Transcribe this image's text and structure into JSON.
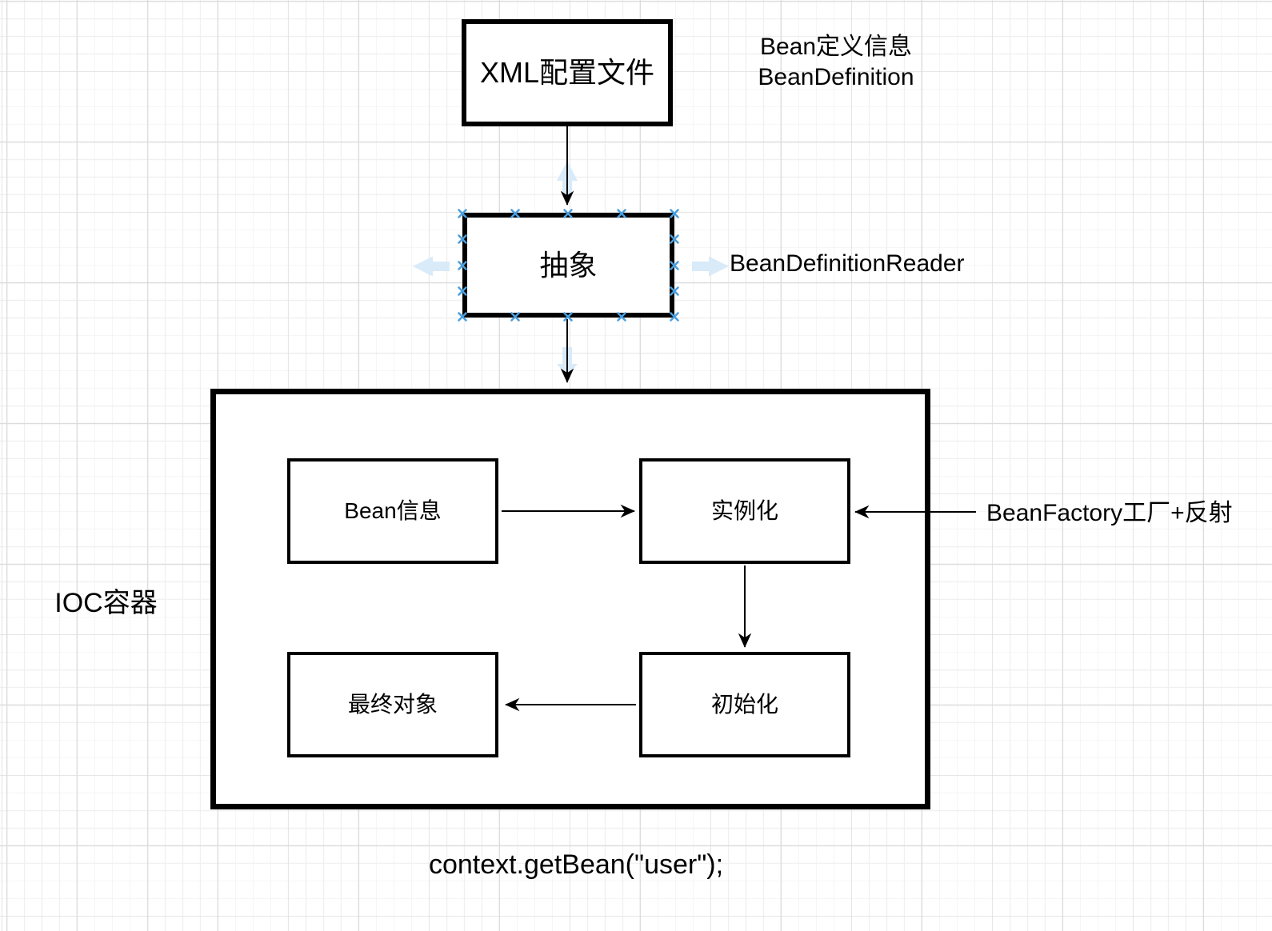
{
  "colors": {
    "shape_border": "#000000",
    "shape_fill": "#ffffff",
    "selection_handle_blue": "#4a9ede",
    "direction_arrow_blue": "#d9eaf8",
    "grid_minor": "#f0f0f0",
    "grid_major": "#dcdcdc"
  },
  "nodes": {
    "xml_config": {
      "label": "XML配置文件"
    },
    "abstract": {
      "label": "抽象",
      "selected": true
    },
    "ioc_container": {
      "label": "IOC容器"
    },
    "bean_info": {
      "label": "Bean信息"
    },
    "instantiate": {
      "label": "实例化"
    },
    "initialize": {
      "label": "初始化"
    },
    "final_object": {
      "label": "最终对象"
    }
  },
  "annotations": {
    "bean_definition_line1": "Bean定义信息",
    "bean_definition_line2": "BeanDefinition",
    "bean_definition_reader": "BeanDefinitionReader",
    "bean_factory": "BeanFactory工厂+反射",
    "get_bean_code": "context.getBean(\"user\");"
  }
}
